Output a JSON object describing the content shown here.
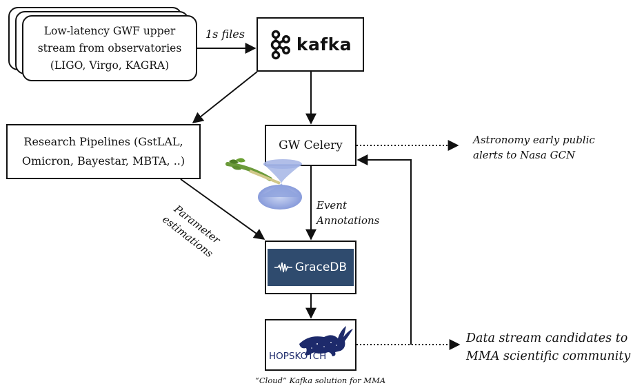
{
  "sources": {
    "line1": "Low-latency GWF upper",
    "line2": "stream from observatories",
    "line3": "(LIGO, Virgo, KAGRA)"
  },
  "edge_files": "1s files",
  "kafka": {
    "label": "kafka"
  },
  "pipelines": {
    "line1": "Research Pipelines (GstLAL,",
    "line2": "Omicron, Bayestar, MBTA, ..)"
  },
  "gwcelery": {
    "label": "GW Celery"
  },
  "astronomy": {
    "line1": "Astronomy early public",
    "line2": "alerts to Nasa GCN"
  },
  "event_annotations": {
    "line1": "Event",
    "line2": "Annotations"
  },
  "param_est": {
    "line1": "Parameter",
    "line2": "estimations"
  },
  "gracedb": {
    "label": "GraceDB"
  },
  "hopskotch": {
    "label": "HOPSKOTCH"
  },
  "data_stream": {
    "line1": "Data stream candidates to",
    "line2": "MMA scientific community"
  },
  "cloud_caption": "“Cloud” Kafka solution for MMA",
  "colors": {
    "gracedb_bg": "#2f4b6e",
    "hopskotch_navy": "#1d2a6b",
    "line": "#111111"
  }
}
